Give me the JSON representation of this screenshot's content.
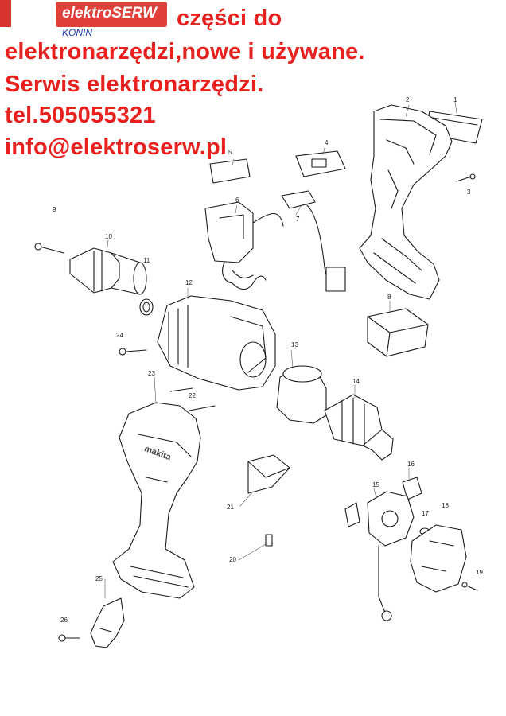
{
  "logo": {
    "brand": "elektroSERW",
    "city": "KONIN",
    "colors": {
      "box": "#e0403a",
      "text": "#ffffff",
      "city": "#1f3fb0"
    }
  },
  "ad": {
    "color": "#e8201e",
    "lines": [
      "części do",
      "elektronarzędzi,nowe i używane.",
      "Serwis elektronarzędzi.",
      "tel.505055321",
      "info@elektroserw.pl"
    ]
  },
  "diagram": {
    "part_numbers": [
      "1",
      "2",
      "3",
      "4",
      "5",
      "6",
      "7",
      "8",
      "9",
      "10",
      "11",
      "12",
      "13",
      "14",
      "15",
      "16",
      "17",
      "18",
      "19",
      "20",
      "21",
      "22",
      "23",
      "24",
      "25",
      "26"
    ],
    "brand_mark": "makita"
  }
}
